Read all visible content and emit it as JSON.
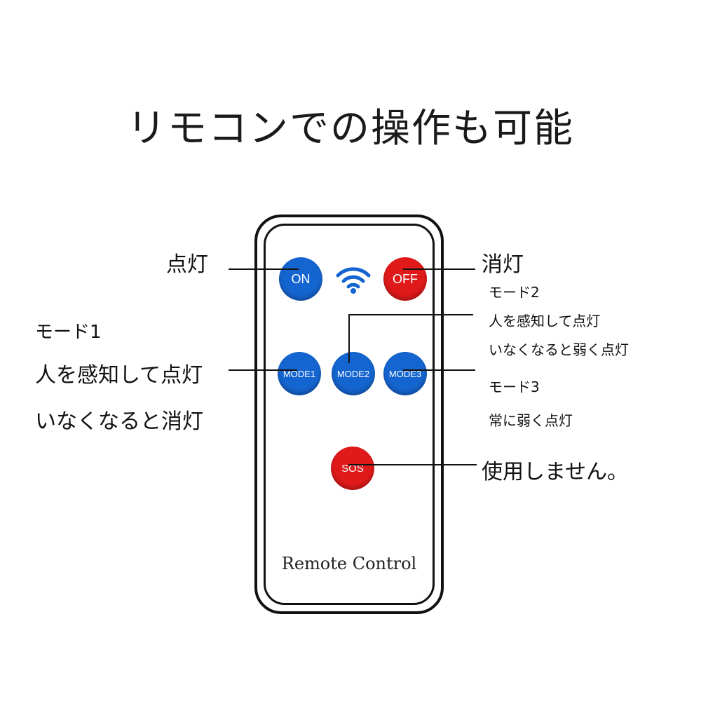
{
  "title": "リモコンでの操作も可能",
  "remote": {
    "label": "Remote Control",
    "buttons": {
      "on": "ON",
      "off": "OFF",
      "mode1": "MODE1",
      "mode2": "MODE2",
      "mode3": "MODE3",
      "sos": "SOS"
    },
    "colors": {
      "blue": "#1565d0",
      "red": "#e01a1a"
    },
    "signal_icon": "wifi-icon"
  },
  "annotations": {
    "on": "点灯",
    "off": "消灯",
    "mode1": [
      "モード1",
      "人を感知して点灯",
      "いなくなると消灯"
    ],
    "mode2": [
      "モード2",
      "人を感知して点灯",
      "いなくなると弱く点灯"
    ],
    "mode3": [
      "モード3",
      "常に弱く点灯"
    ],
    "sos": "使用しません。"
  }
}
